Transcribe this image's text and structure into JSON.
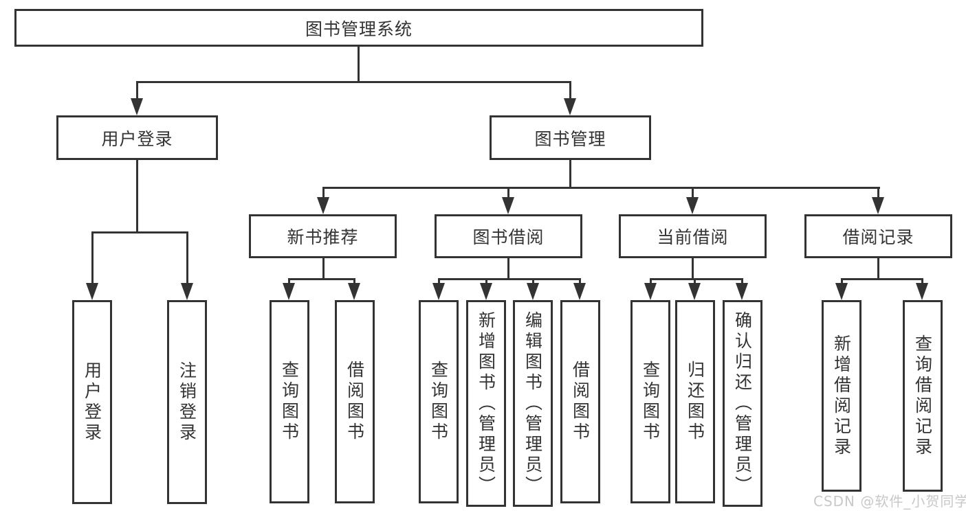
{
  "diagram": {
    "root": "图书管理系统",
    "level2": {
      "user_login": "用户登录",
      "book_mgmt": "图书管理"
    },
    "sections": {
      "new_book": "新书推荐",
      "borrow": "图书借阅",
      "current": "当前借阅",
      "records": "借阅记录"
    },
    "leaves": {
      "user": [
        "用户登录",
        "注销登录"
      ],
      "new_book": [
        "查询图书",
        "借阅图书"
      ],
      "borrow": [
        "查询图书",
        "新增图书（管理员）",
        "编辑图书（管理员）",
        "借阅图书"
      ],
      "current": [
        "查询图书",
        "归还图书",
        "确认归还（管理员）"
      ],
      "records": [
        "新增借阅记录",
        "查询借阅记录"
      ]
    }
  },
  "watermark": "CSDN @软件_小贺同学"
}
